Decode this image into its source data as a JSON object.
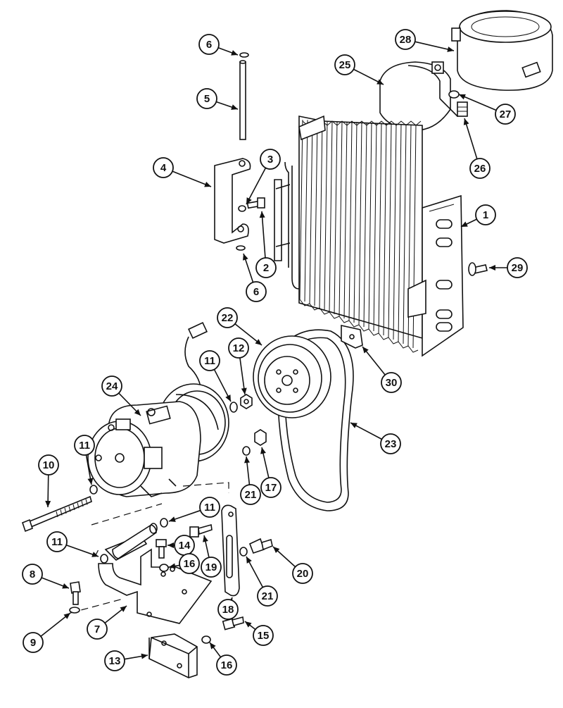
{
  "callouts": [
    {
      "label": "1"
    },
    {
      "label": "2"
    },
    {
      "label": "3"
    },
    {
      "label": "4"
    },
    {
      "label": "5"
    },
    {
      "label": "6"
    },
    {
      "label": "6"
    },
    {
      "label": "7"
    },
    {
      "label": "8"
    },
    {
      "label": "9"
    },
    {
      "label": "10"
    },
    {
      "label": "11"
    },
    {
      "label": "11"
    },
    {
      "label": "11"
    },
    {
      "label": "11"
    },
    {
      "label": "12"
    },
    {
      "label": "13"
    },
    {
      "label": "14"
    },
    {
      "label": "15"
    },
    {
      "label": "16"
    },
    {
      "label": "16"
    },
    {
      "label": "17"
    },
    {
      "label": "18"
    },
    {
      "label": "19"
    },
    {
      "label": "20"
    },
    {
      "label": "21"
    },
    {
      "label": "21"
    },
    {
      "label": "22"
    },
    {
      "label": "23"
    },
    {
      "label": "24"
    },
    {
      "label": "25"
    },
    {
      "label": "26"
    },
    {
      "label": "27"
    },
    {
      "label": "28"
    },
    {
      "label": "29"
    },
    {
      "label": "30"
    }
  ]
}
